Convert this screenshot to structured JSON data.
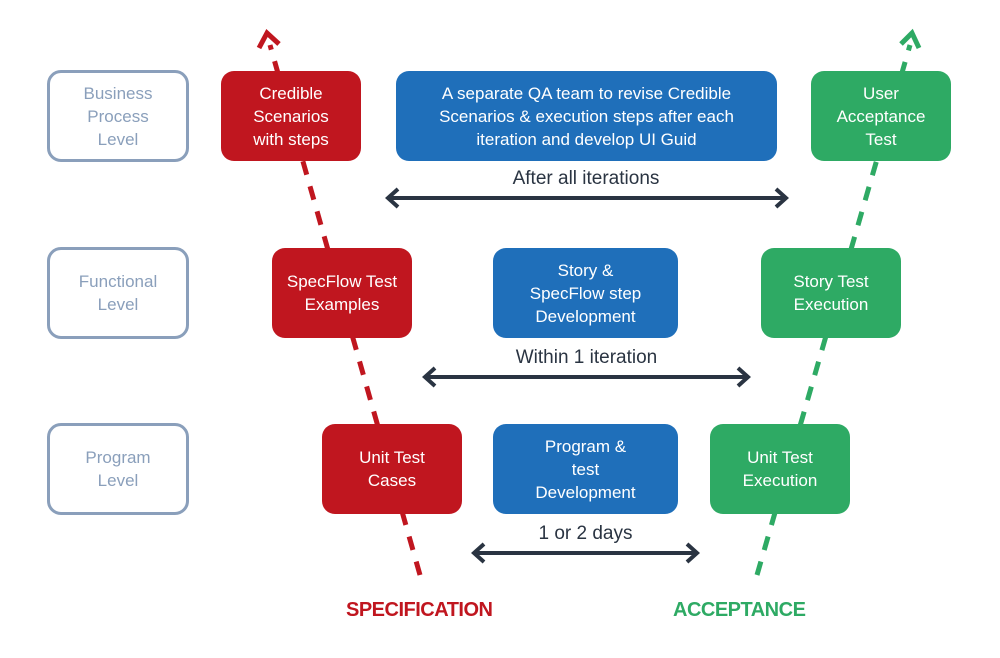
{
  "colors": {
    "specification": "#c0161f",
    "development": "#1f6fba",
    "acceptance": "#2eaa64",
    "level_outline": "#8a9fbb",
    "span_arrow": "#2a3442"
  },
  "levels": [
    {
      "lines": [
        "Business",
        "Process",
        "Level"
      ]
    },
    {
      "lines": [
        "Functional",
        "Level"
      ]
    },
    {
      "lines": [
        "Program",
        "Level"
      ]
    }
  ],
  "specification_boxes": [
    {
      "lines": [
        "Credible",
        "Scenarios",
        "with steps"
      ]
    },
    {
      "lines": [
        "SpecFlow Test",
        "Examples"
      ]
    },
    {
      "lines": [
        "Unit Test",
        "Cases"
      ]
    }
  ],
  "development_boxes": [
    {
      "lines": [
        "A separate QA team to revise Credible",
        "Scenarios & execution steps after each",
        "iteration and develop UI Guid"
      ]
    },
    {
      "lines": [
        "Story &",
        "SpecFlow step",
        "Development"
      ]
    },
    {
      "lines": [
        "Program &",
        "test",
        "Development"
      ]
    }
  ],
  "acceptance_boxes": [
    {
      "lines": [
        "User",
        "Acceptance",
        "Test"
      ]
    },
    {
      "lines": [
        "Story Test",
        "Execution"
      ]
    },
    {
      "lines": [
        "Unit Test",
        "Execution"
      ]
    }
  ],
  "spans": [
    {
      "label": "After all iterations"
    },
    {
      "label": "Within 1 iteration"
    },
    {
      "label": "1 or 2 days"
    }
  ],
  "footer": {
    "specification": "SPECIFICATION",
    "acceptance": "ACCEPTANCE"
  },
  "icons": {
    "spec_arrow": "dashed-arrow-up-left",
    "acceptance_arrow": "dashed-arrow-up-right",
    "span_arrow": "double-headed-arrow"
  }
}
